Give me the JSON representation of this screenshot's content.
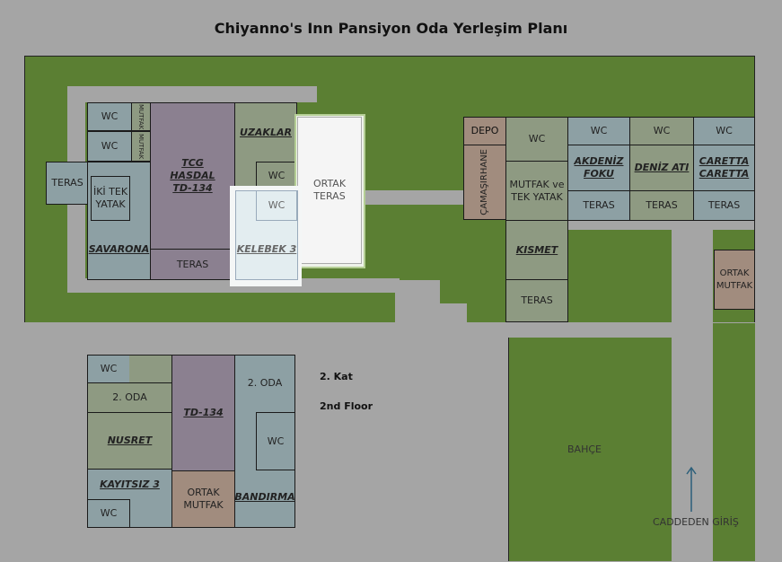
{
  "title": "Chiyanno's Inn Pansiyon Oda Yerleşim Planı",
  "labels": {
    "wc": "WC",
    "teras": "TERAS",
    "mutfak_small": "MUTFAK",
    "iki_tek_yatak": "İKİ TEK YATAK",
    "savarona": "SAVARONA",
    "tcg_hasdal": "TCG HASDAL TD-134",
    "uzaklar": "UZAKLAR",
    "kelebek3": "KELEBEK 3",
    "ortak_teras": "ORTAK TERAS",
    "depo": "DEPO",
    "camasirhane": "ÇAMAŞIRHANE",
    "mutfak_tek_yatak": "MUTFAK ve TEK YATAK",
    "kismet": "KISMET",
    "akdeniz_foku": "AKDENİZ FOKU",
    "deniz_ati": "DENİZ ATI",
    "caretta": "CARETTA CARETTA",
    "ortak_mutfak": "ORTAK MUTFAK",
    "iki_oda": "2. ODA",
    "nusret": "NUSRET",
    "td134": "TD-134",
    "kayitsiz3": "KAYITSIZ 3",
    "bandirma": "BANDIRMA",
    "kat": "2. Kat",
    "floor": "2nd Floor",
    "bahce": "BAHÇE",
    "giris": "CADDEDEN GİRİŞ"
  }
}
